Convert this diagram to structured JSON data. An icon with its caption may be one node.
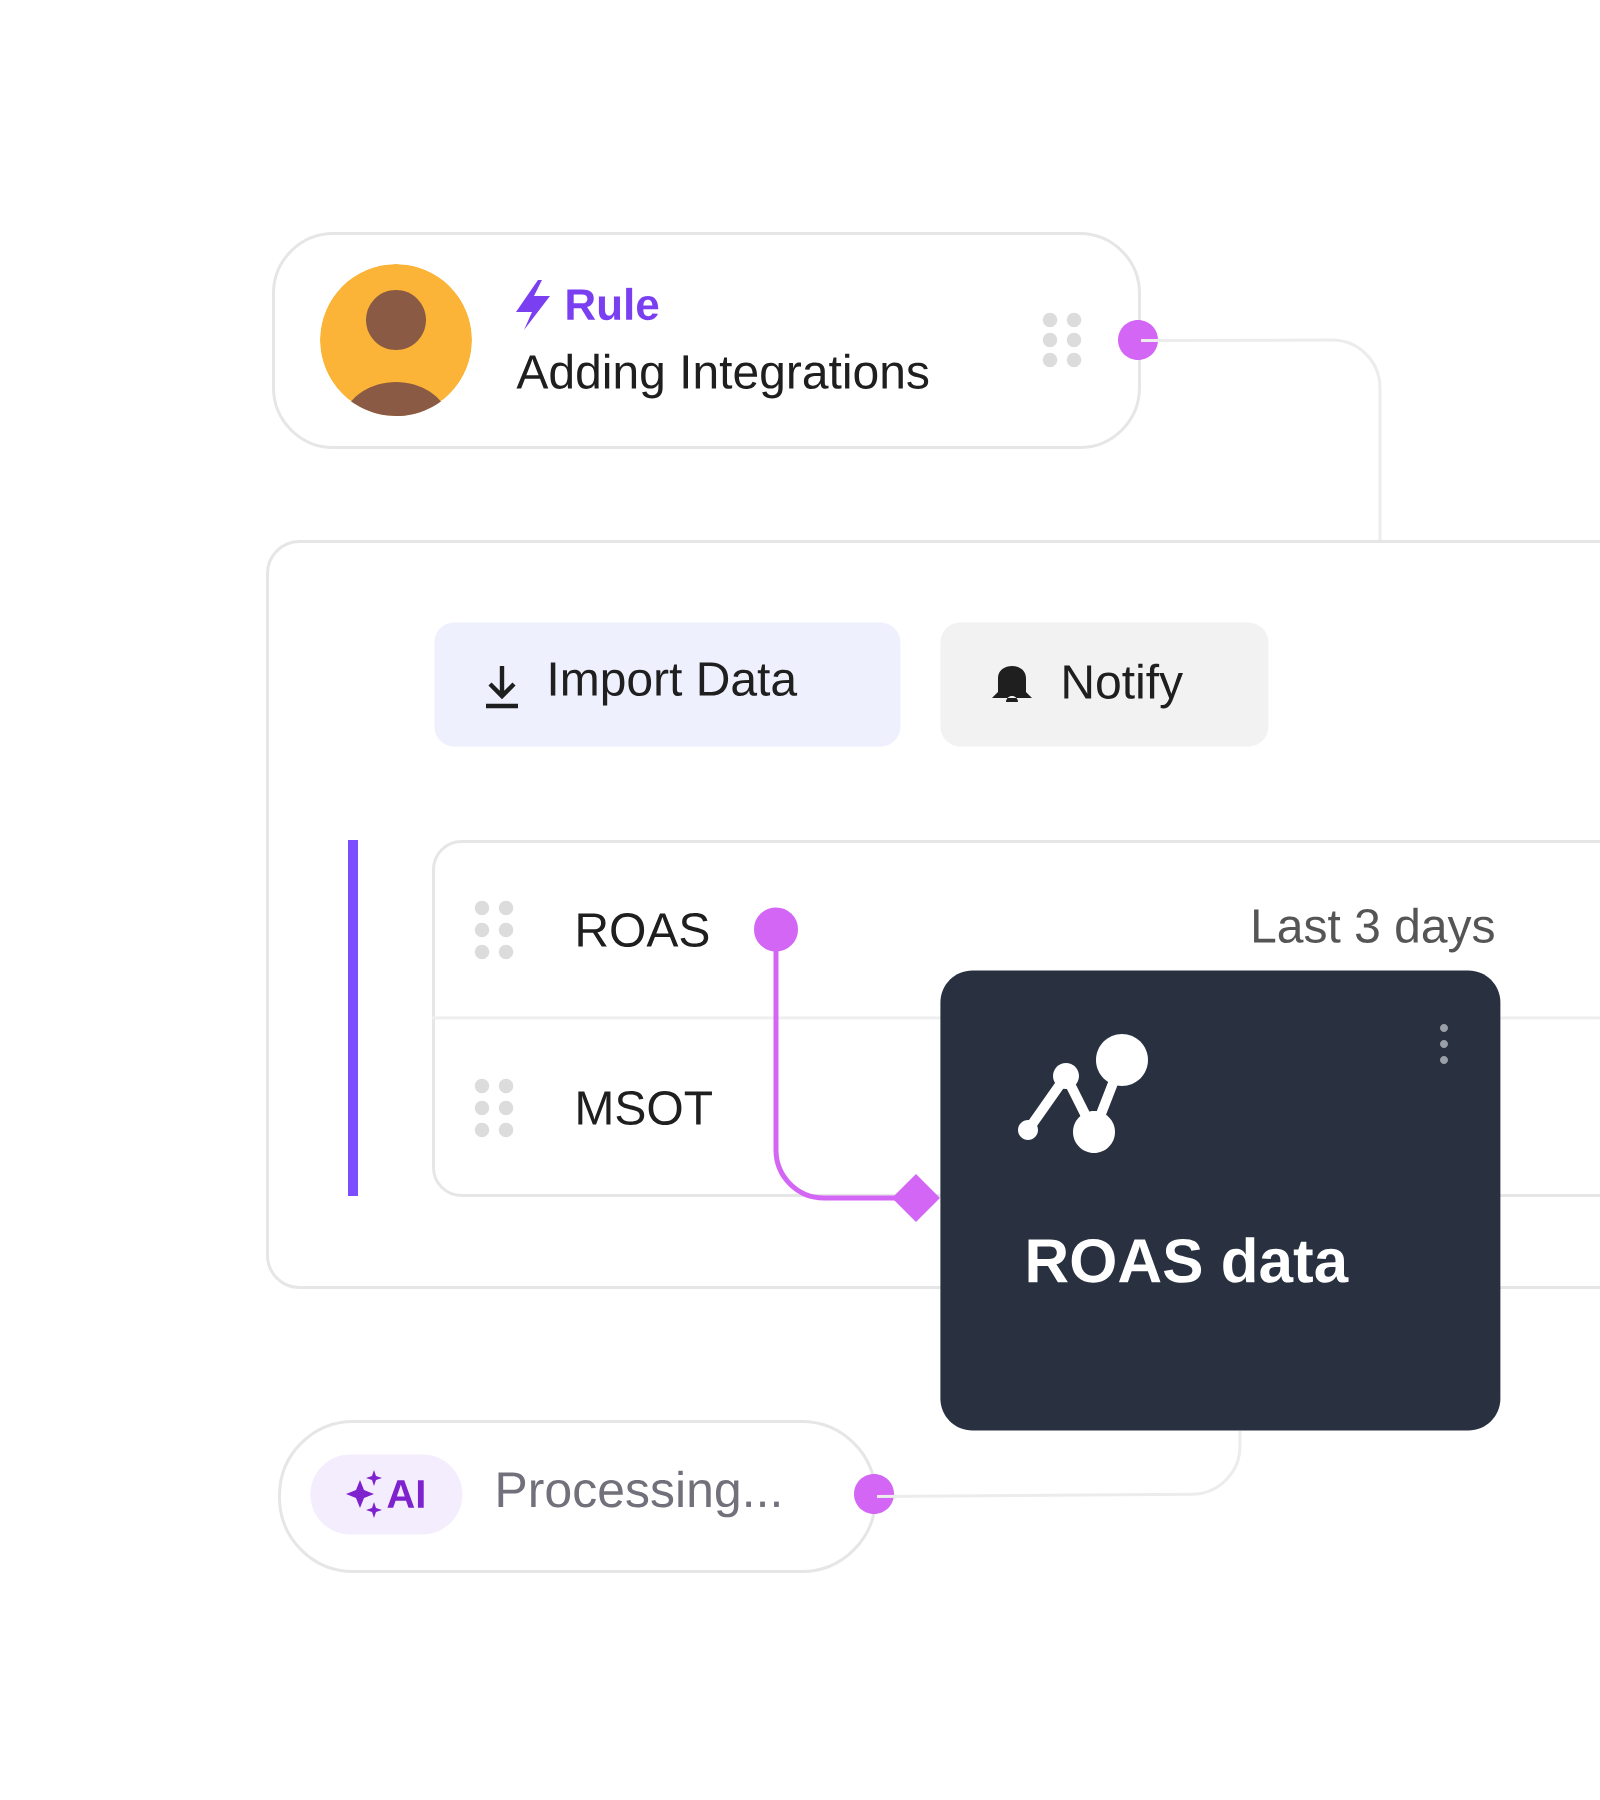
{
  "diagram": {
    "nodes": [
      {
        "text": [
          "Rule",
          "Adding Integrations"
        ]
      },
      {
        "text": [],
        "shape": "box"
      },
      {
        "text": [
          "Import Data"
        ],
        "in": 1
      },
      {
        "text": [
          "Notify"
        ],
        "in": 1
      },
      {
        "text": [],
        "shape": "box",
        "in": 1
      },
      {
        "text": [
          "ROAS",
          "Last 3 days"
        ],
        "in": 4
      },
      {
        "text": [
          "MSOT"
        ],
        "in": 4
      },
      {
        "text": [
          "ROAS data"
        ]
      },
      {
        "text": [
          "Processing..."
        ]
      },
      {
        "text": [
          "AI"
        ],
        "in": 8
      }
    ],
    "edges": [
      {
        "from": 0,
        "to": 1,
        "arrow": "none",
        "color": "#ececec"
      },
      {
        "from": 5,
        "to": 7,
        "arrow": "other",
        "color": "#d466f5"
      },
      {
        "from": 8,
        "to": 7,
        "arrow": "none",
        "color": "#ececec"
      }
    ]
  }
}
